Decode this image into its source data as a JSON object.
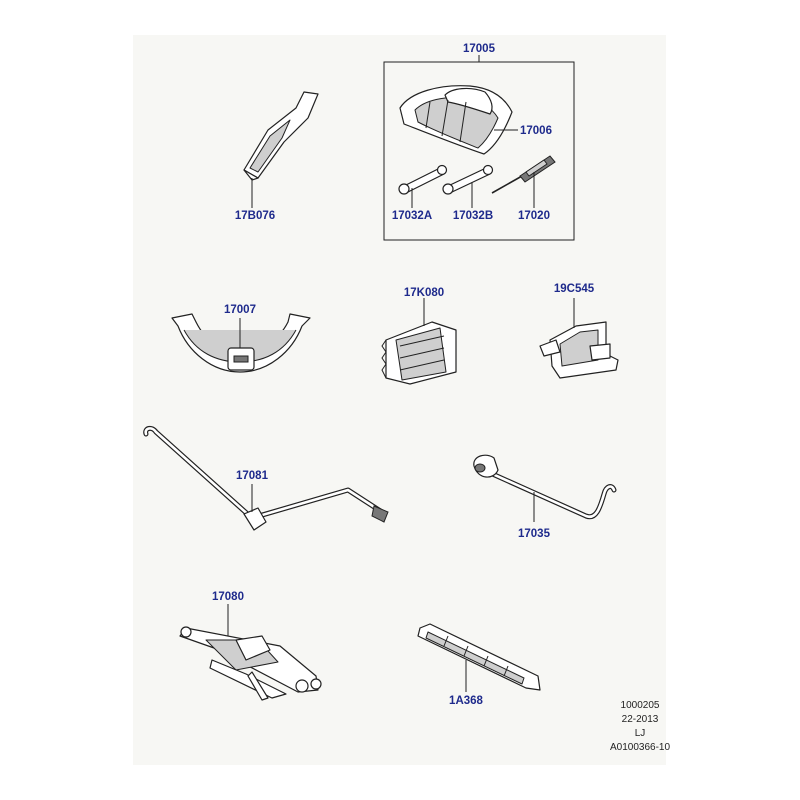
{
  "parts": {
    "bag": "17005",
    "roll": "17006",
    "wrench_a": "17032A",
    "wrench_b": "17032B",
    "screwdriver": "17020",
    "bracket": "17B076",
    "strap": "17007",
    "cover": "17K080",
    "holder": "19C545",
    "handle": "17081",
    "brace": "17035",
    "jack": "17080",
    "lever": "1A368"
  },
  "footer": {
    "line1": "1000205",
    "line2": "22-2013",
    "line3": "LJ",
    "line4": "A0100366-10"
  }
}
